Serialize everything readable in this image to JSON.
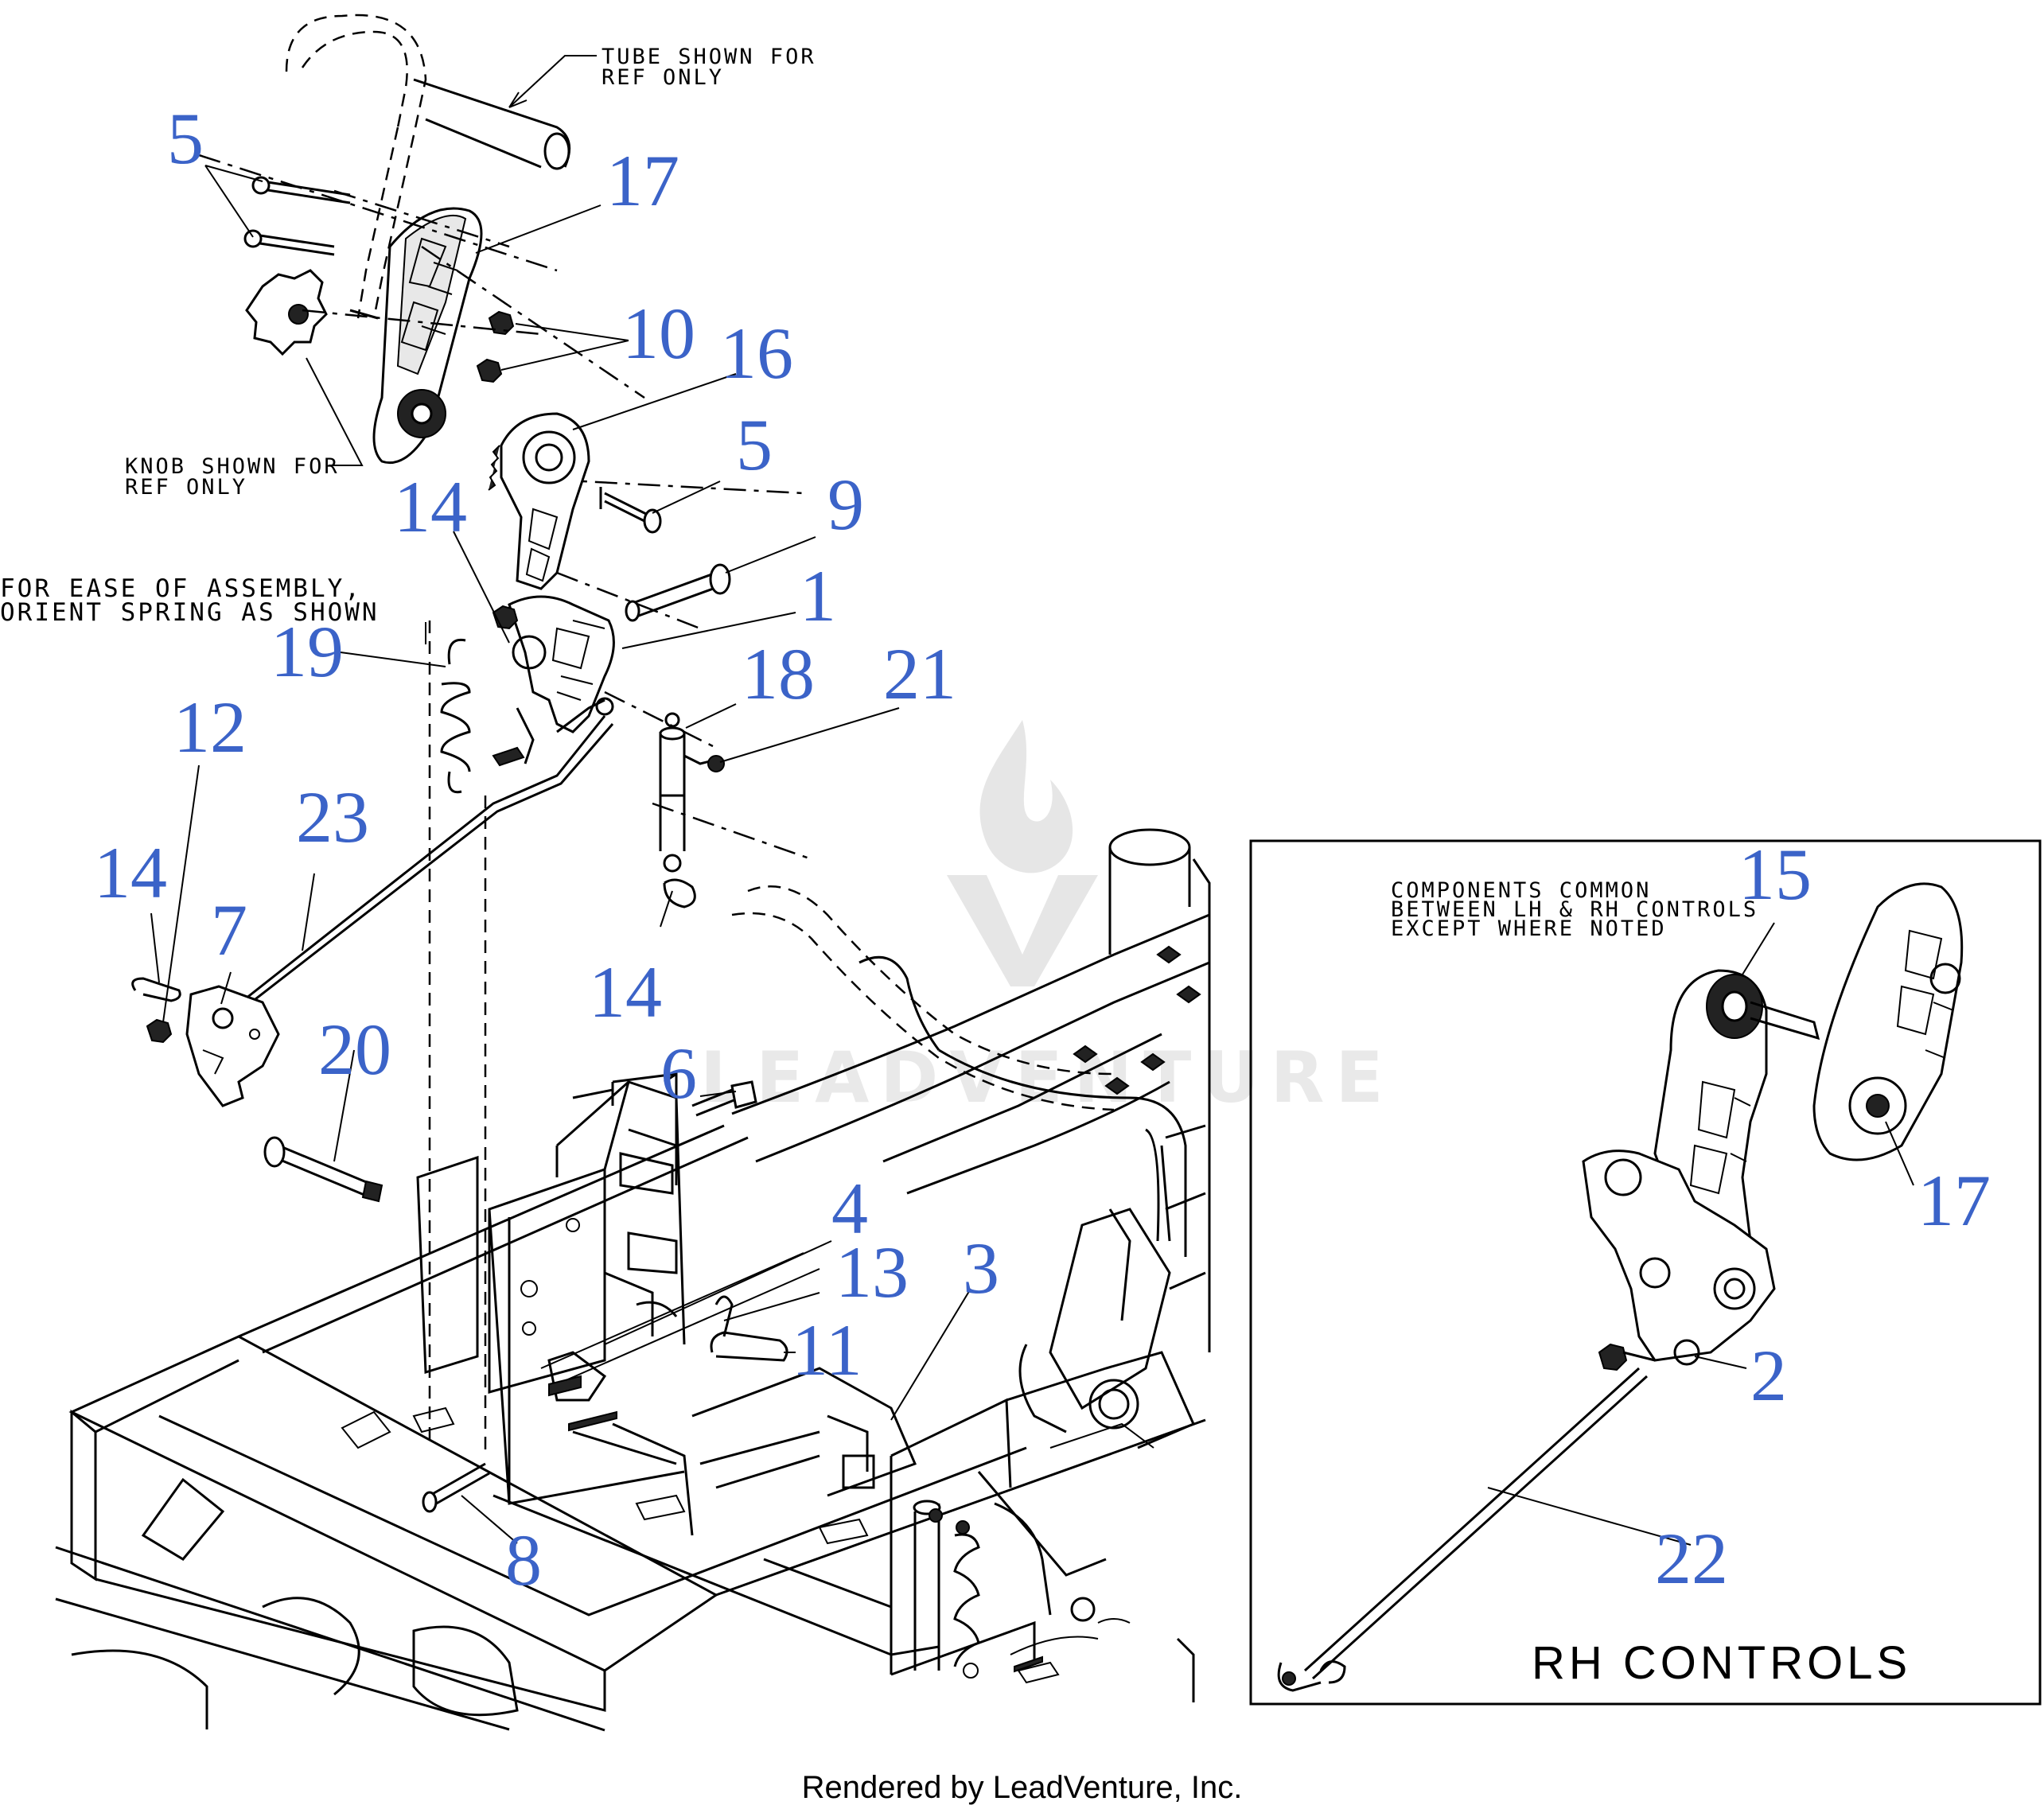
{
  "notes": {
    "tube": [
      "TUBE SHOWN FOR",
      "REF ONLY"
    ],
    "knob": [
      "KNOB SHOWN FOR",
      "REF ONLY"
    ],
    "spring": [
      "FOR EASE OF ASSEMBLY,",
      "ORIENT SPRING AS SHOWN"
    ],
    "common": [
      "COMPONENTS COMMON",
      "BETWEEN LH & RH CONTROLS",
      "EXCEPT WHERE NOTED"
    ]
  },
  "inset_title": "RH CONTROLS",
  "watermark": "LEADVENTURE",
  "footer": "Rendered by LeadVenture, Inc.",
  "callouts": [
    {
      "id": "c5a",
      "label": "5"
    },
    {
      "id": "c17a",
      "label": "17"
    },
    {
      "id": "c10",
      "label": "10"
    },
    {
      "id": "c16",
      "label": "16"
    },
    {
      "id": "c5b",
      "label": "5"
    },
    {
      "id": "c9",
      "label": "9"
    },
    {
      "id": "c14a",
      "label": "14"
    },
    {
      "id": "c1",
      "label": "1"
    },
    {
      "id": "c19",
      "label": "19"
    },
    {
      "id": "c18",
      "label": "18"
    },
    {
      "id": "c21",
      "label": "21"
    },
    {
      "id": "c12",
      "label": "12"
    },
    {
      "id": "c23",
      "label": "23"
    },
    {
      "id": "c14b",
      "label": "14"
    },
    {
      "id": "c7",
      "label": "7"
    },
    {
      "id": "c14c",
      "label": "14"
    },
    {
      "id": "c20",
      "label": "20"
    },
    {
      "id": "c6",
      "label": "6"
    },
    {
      "id": "c4",
      "label": "4"
    },
    {
      "id": "c13",
      "label": "13"
    },
    {
      "id": "c3",
      "label": "3"
    },
    {
      "id": "c11",
      "label": "11"
    },
    {
      "id": "c8",
      "label": "8"
    },
    {
      "id": "c15",
      "label": "15"
    },
    {
      "id": "c17b",
      "label": "17"
    },
    {
      "id": "c2",
      "label": "2"
    },
    {
      "id": "c22",
      "label": "22"
    }
  ],
  "colors": {
    "callout": "#3b63c8",
    "line": "#000000",
    "watermark": "#e6e6e6"
  }
}
